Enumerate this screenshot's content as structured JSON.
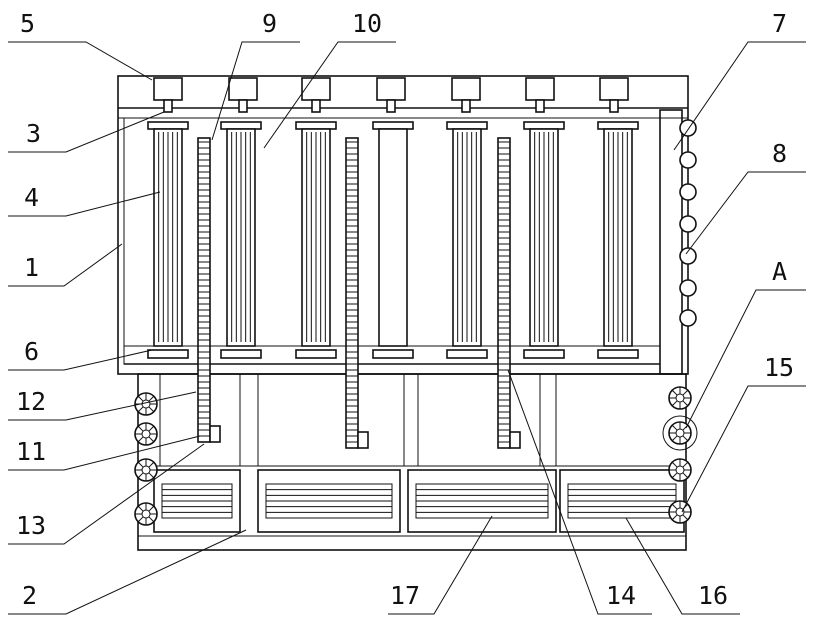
{
  "drawing": {
    "labels": {
      "l5": "5",
      "l9": "9",
      "l10": "10",
      "l7": "7",
      "l3": "3",
      "l8": "8",
      "l4": "4",
      "l1": "1",
      "lA": "A",
      "l6": "6",
      "l15": "15",
      "l12": "12",
      "l11": "11",
      "l13": "13",
      "l2": "2",
      "l17": "17",
      "l14": "14",
      "l16": "16"
    }
  }
}
